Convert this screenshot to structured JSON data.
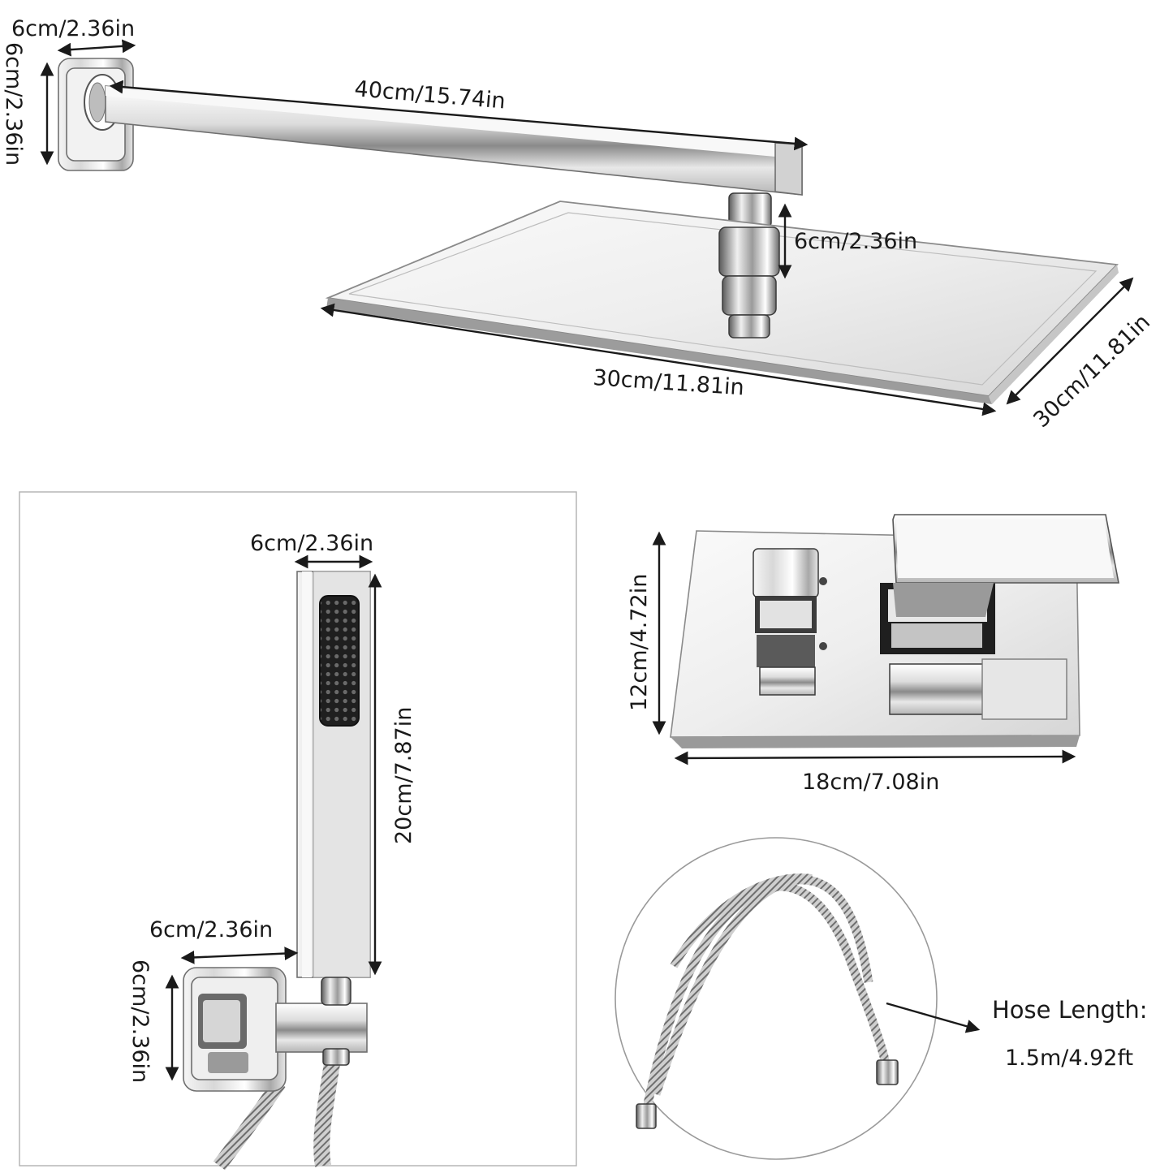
{
  "shower_arm": {
    "flange_width": "6cm/2.36in",
    "flange_height": "6cm/2.36in",
    "arm_length": "40cm/15.74in"
  },
  "shower_head": {
    "connector_height": "6cm/2.36in",
    "width": "30cm/11.81in",
    "depth": "30cm/11.81in"
  },
  "hand_shower": {
    "head_width": "6cm/2.36in",
    "head_length": "20cm/7.87in",
    "holder_width": "6cm/2.36in",
    "holder_height": "6cm/2.36in"
  },
  "mixer_valve": {
    "plate_height": "12cm/4.72in",
    "plate_width": "18cm/7.08in"
  },
  "hose": {
    "label": "Hose Length:",
    "length": "1.5m/4.92ft"
  },
  "colors": {
    "chrome_light": "#f4f4f4",
    "chrome_mid": "#c8c8c8",
    "chrome_dark": "#4a4a4a",
    "ink": "#1a1a1a"
  }
}
